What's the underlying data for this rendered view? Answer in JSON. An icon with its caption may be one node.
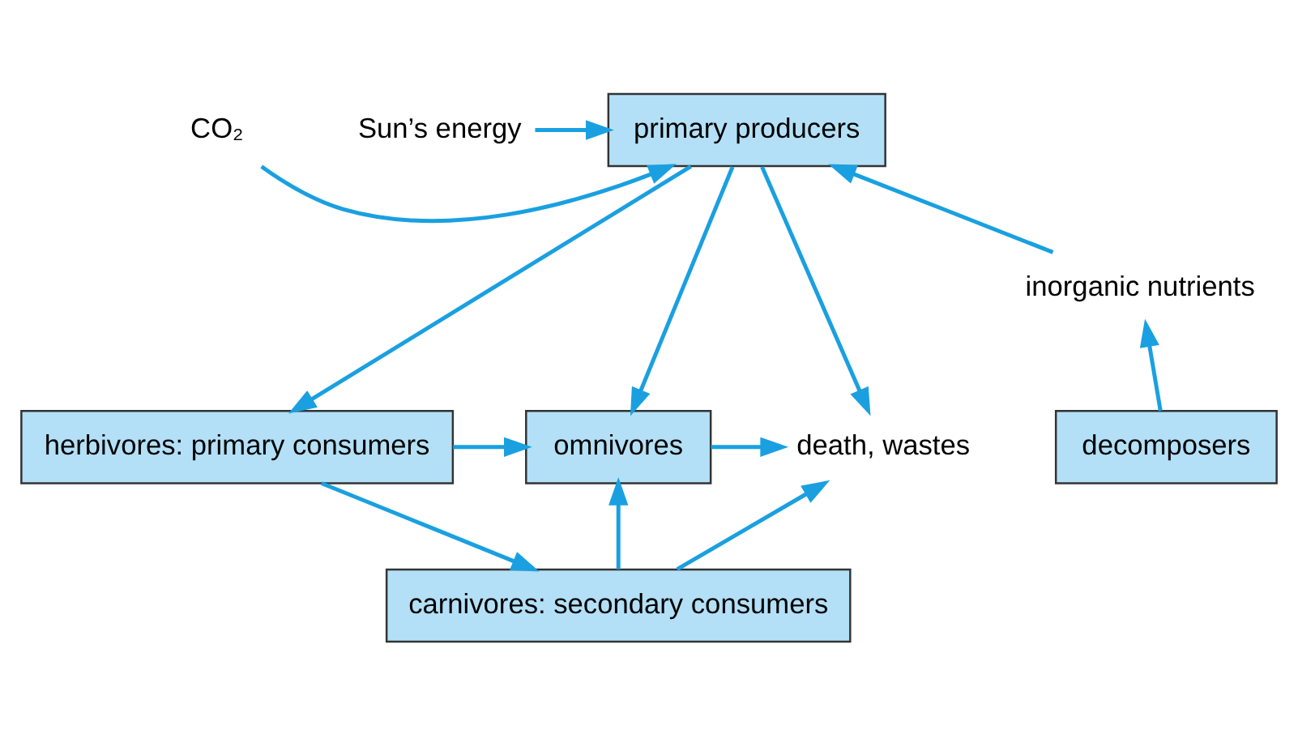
{
  "diagram": {
    "nodes": [
      {
        "text": [
          "carnivores: secondary consumers"
        ]
      },
      {
        "text": [
          "herbivores: primary consumers"
        ]
      },
      {
        "text": [
          "omnivores"
        ]
      },
      {
        "text": [
          "death, wastes"
        ]
      },
      {
        "text": [
          "decomposers"
        ]
      },
      {
        "text": [
          "Sun’s energy"
        ]
      },
      {
        "text": [
          "CO₂"
        ]
      },
      {
        "text": [
          "primary producers"
        ]
      },
      {
        "text": [
          "inorganic nutrients"
        ]
      }
    ],
    "edges": [
      {
        "from": 1,
        "to": 0,
        "arrow": "to"
      },
      {
        "from": 7,
        "to": 1,
        "arrow": "to"
      },
      {
        "from": 0,
        "to": 2,
        "arrow": "to"
      },
      {
        "from": 1,
        "to": 2,
        "arrow": "to"
      },
      {
        "from": 7,
        "to": 2,
        "arrow": "to"
      },
      {
        "from": 0,
        "to": 3,
        "arrow": "to"
      },
      {
        "from": 2,
        "to": 3,
        "arrow": "to"
      },
      {
        "from": 7,
        "to": 3,
        "arrow": "to"
      },
      {
        "from": 4,
        "to": 8,
        "arrow": "to"
      },
      {
        "from": 8,
        "to": 7,
        "arrow": "to"
      },
      {
        "from": 5,
        "to": 7,
        "arrow": "to"
      },
      {
        "from": 6,
        "to": 7,
        "arrow": "to"
      }
    ]
  }
}
